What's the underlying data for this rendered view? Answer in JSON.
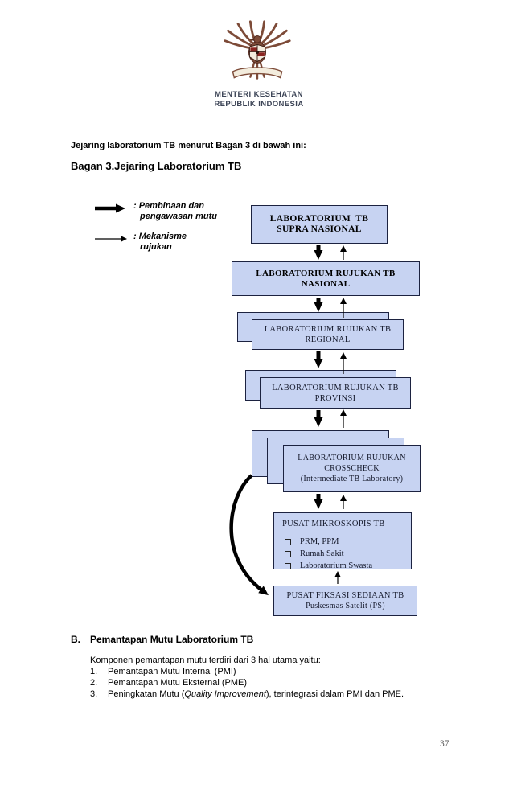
{
  "header": {
    "emblem": "garuda-pancasila",
    "ministry_line1": "MENTERI KESEHATAN",
    "ministry_line2": "REPUBLIK INDONESIA"
  },
  "intro": {
    "line1": "Jejaring laboratorium TB menurut Bagan 3 di bawah ini:",
    "heading": "Bagan 3.Jejaring Laboratorium TB"
  },
  "diagram": {
    "legend": {
      "items": [
        {
          "icon": "thick-arrow",
          "line1": ": Pembinaan dan",
          "line2": "pengawasan mutu"
        },
        {
          "icon": "thin-arrow",
          "line1": ": Mekanisme",
          "line2": "rujukan"
        }
      ]
    },
    "boxes": [
      {
        "id": "supra-nasional",
        "line1": "LABORATORIUM  TB",
        "line2": "SUPRA NASIONAL"
      },
      {
        "id": "rujukan-nasional",
        "line1": "LABORATORIUM RUJUKAN TB",
        "line2": "NASIONAL"
      },
      {
        "id": "rujukan-regional",
        "line1": "LABORATORIUM RUJUKAN TB",
        "line2": "REGIONAL"
      },
      {
        "id": "rujukan-provinsi",
        "line1": "LABORATORIUM RUJUKAN TB",
        "line2": "PROVINSI"
      },
      {
        "id": "rujukan-crosscheck",
        "line1": "LABORATORIUM RUJUKAN",
        "line2": "CROSSCHECK",
        "line3": "(Intermediate TB Laboratory)"
      },
      {
        "id": "pusat-mikroskopis",
        "title": "PUSAT MIKROSKOPIS TB",
        "items": [
          "PRM, PPM",
          "Rumah Sakit",
          "Laboratorium Swasta"
        ]
      },
      {
        "id": "pusat-fiksasi",
        "line1": "PUSAT FIKSASI SEDIAAN TB",
        "line2": "Puskesmas Satelit (PS)"
      }
    ],
    "colors": {
      "box_fill": "#c7d3f2",
      "box_border": "#1c2240",
      "arrow": "#000000",
      "emblem_brown": "#7d4b38"
    }
  },
  "section_b": {
    "label": "B.",
    "title": "Pemantapan Mutu Laboratorium TB",
    "intro": "Komponen pemantapan mutu terdiri dari 3 hal utama yaitu:",
    "items": [
      {
        "num": "1.",
        "text": "Pemantapan Mutu Internal (PMI)"
      },
      {
        "num": "2.",
        "text": "Pemantapan Mutu Eksternal (PME)"
      },
      {
        "num": "3.",
        "prefix": "Peningkatan Mutu (",
        "italic": "Quality Improvement",
        "suffix": "), terintegrasi dalam PMI dan PME."
      }
    ]
  },
  "footer": {
    "page_number": "37"
  }
}
